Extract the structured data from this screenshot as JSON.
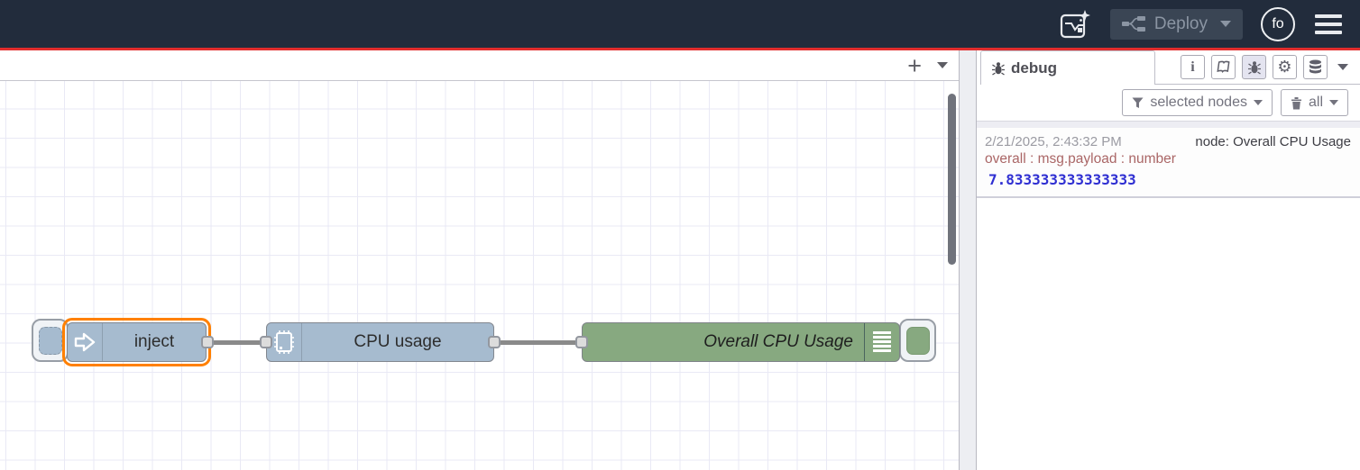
{
  "header": {
    "deploy_label": "Deploy",
    "avatar_initials": "fo"
  },
  "workspace": {
    "add_flow_label": "+"
  },
  "flow": {
    "nodes": [
      {
        "id": "inject",
        "label": "inject",
        "type": "inject",
        "selected": true,
        "color": "#a6bbcf"
      },
      {
        "id": "cpu",
        "label": "CPU usage",
        "type": "cpu",
        "selected": false,
        "color": "#a6bbcf"
      },
      {
        "id": "debug",
        "label": "Overall CPU Usage",
        "type": "debug",
        "selected": false,
        "color": "#87a980"
      }
    ]
  },
  "sidebar": {
    "tab_label": "debug",
    "filter_button_label": "selected nodes",
    "clear_button_label": "all",
    "messages": [
      {
        "timestamp": "2/21/2025, 2:43:32 PM",
        "source": "node: Overall CPU Usage",
        "property": "overall : msg.payload : number",
        "value": "7.833333333333333"
      }
    ]
  },
  "icons": {
    "header": [
      "flow-assistant-icon",
      "deploy-nodes-icon",
      "chevron-down-icon",
      "hamburger-menu-icon"
    ],
    "workspace": [
      "plus-icon",
      "chevron-down-icon"
    ],
    "sidebar_tabs": [
      "bug-icon",
      "info-icon",
      "book-icon",
      "bug-icon",
      "gear-icon",
      "database-icon",
      "chevron-down-icon"
    ],
    "filter_row": [
      "funnel-icon",
      "trash-icon"
    ],
    "nodes": [
      "inject-arrow-icon",
      "chip-icon",
      "console-lines-icon"
    ]
  },
  "colors": {
    "header_bg": "#222c3c",
    "accent_red": "#e12d2d",
    "node_blue": "#a6bbcf",
    "node_green": "#87a980",
    "selection_orange": "#ff8000",
    "debug_property_text": "#aa6666",
    "debug_value_text": "#2f2fd2"
  }
}
